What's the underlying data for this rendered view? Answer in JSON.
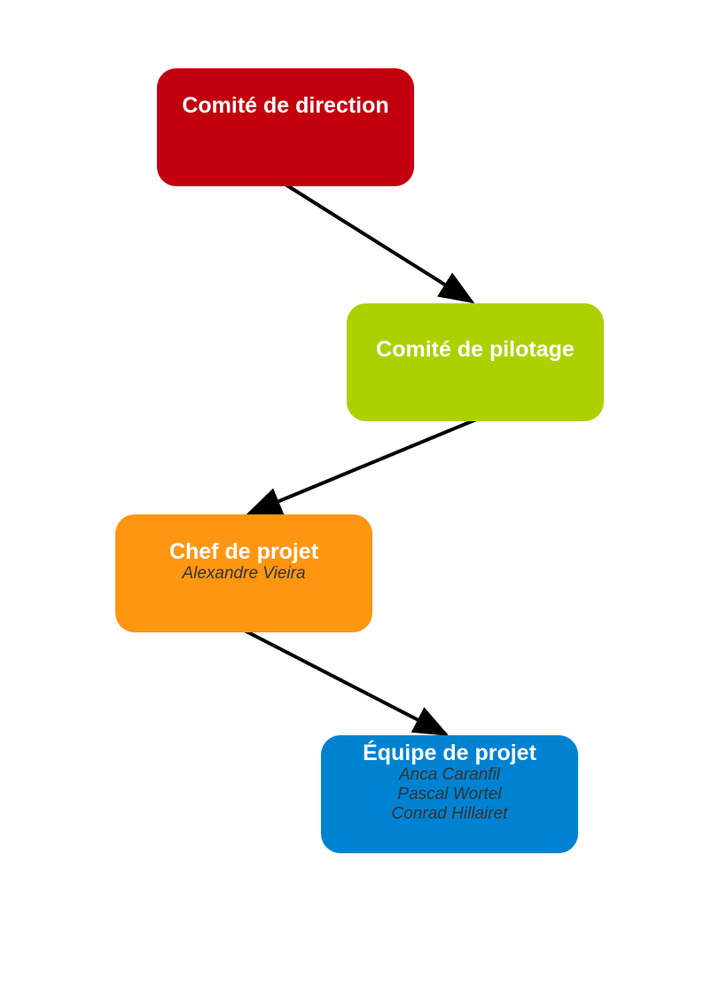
{
  "colors": {
    "direction": "#c3000d",
    "pilotage": "#acd100",
    "chef": "#ff9612",
    "equipe": "#0082d2",
    "arrow": "#000000"
  },
  "nodes": {
    "direction": {
      "title": "Comité de direction",
      "members": []
    },
    "pilotage": {
      "title": "Comité de pilotage",
      "members": []
    },
    "chef": {
      "title": "Chef de projet",
      "members": [
        "Alexandre Vieira"
      ]
    },
    "equipe": {
      "title": "Équipe de projet",
      "members": [
        "Anca Caranfil",
        "Pascal Wortel",
        "Conrad Hillairet"
      ]
    }
  },
  "edges": [
    {
      "from": "direction",
      "to": "pilotage"
    },
    {
      "from": "pilotage",
      "to": "chef"
    },
    {
      "from": "chef",
      "to": "equipe"
    }
  ]
}
